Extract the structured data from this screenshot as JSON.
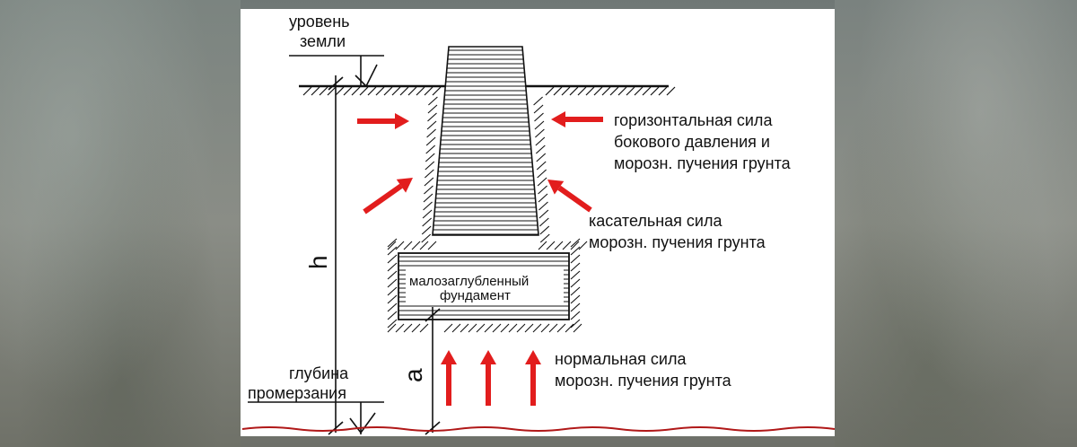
{
  "labels": {
    "ground_level_1": "уровень",
    "ground_level_2": "земли",
    "horizontal_1": "горизонтальная сила",
    "horizontal_2": "бокового давления и",
    "horizontal_3": "морозн. пучения грунта",
    "tangential_1": "касательная сила",
    "tangential_2": "морозн. пучения грунта",
    "foundation_1": "малозаглубленный",
    "foundation_2": "фундамент",
    "normal_1": "нормальная сила",
    "normal_2": "морозн. пучения грунта",
    "freeze_depth_1": "глубина",
    "freeze_depth_2": "промерзания",
    "dim_h": "h",
    "dim_a": "a"
  },
  "colors": {
    "arrow": "#e21d1d",
    "ink": "#111111",
    "freeze_line": "#b01818"
  }
}
